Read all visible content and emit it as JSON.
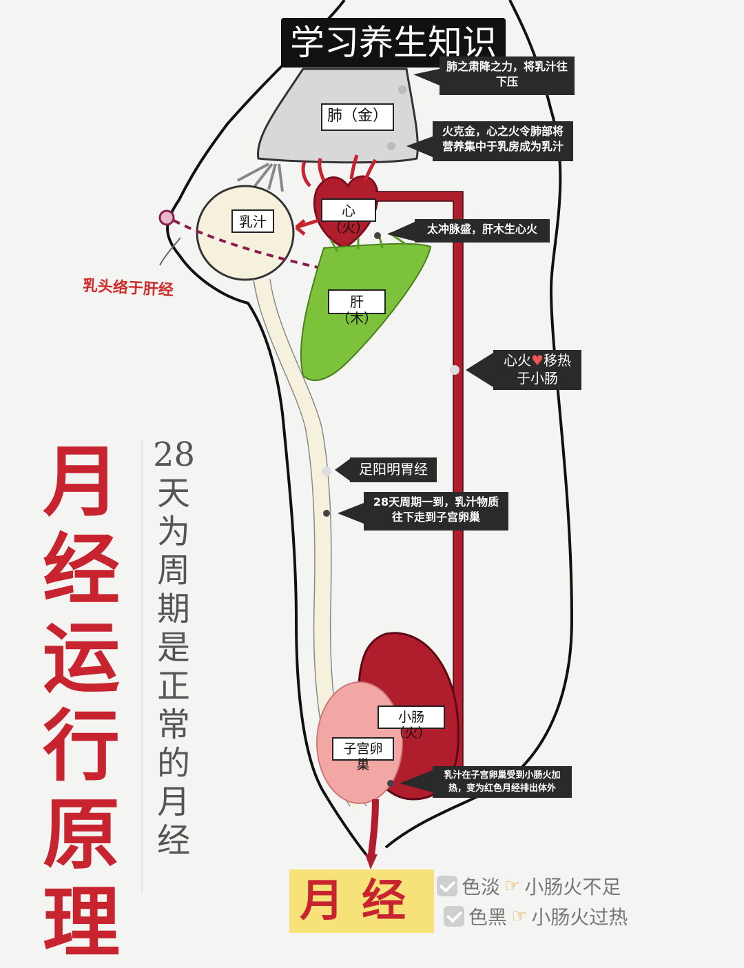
{
  "header": {
    "title": "学习养生知识"
  },
  "organs": {
    "lung": "肺（金）",
    "milk": "乳汁",
    "heart": "心（火）",
    "liver": "肝（木）",
    "small_intestine": "小肠（火）",
    "uterus_ovary": "子宫卵巢"
  },
  "callouts": {
    "lung_descend": "肺之肃降之力，将乳汁往下压",
    "fire_metal": "火克金，心之火令肺部将营养集中于乳房成为乳汁",
    "taichong": "太冲脉盛，肝木生心火",
    "heart_fire_line1": "心火",
    "heart_fire_line2": "移热",
    "heart_fire_line3": "于小肠",
    "stomach_meridian": "足阳明胃经",
    "cycle_28": "28天周期一到，乳汁物质往下走到子宫卵巢",
    "heated": "乳汁在子宫卵巢受到小肠火加热，变为红色月经排出体外"
  },
  "nipple_note": "乳头络于肝经",
  "big_title": [
    "月",
    "经",
    "运",
    "行",
    "原",
    "理"
  ],
  "vertical_note": [
    "28",
    "天",
    "为",
    "周",
    "期",
    "是",
    "正",
    "常",
    "的",
    "月",
    "经"
  ],
  "footer": {
    "label": "月经",
    "legend": [
      {
        "color_word": "色淡",
        "meaning": "小肠火不足"
      },
      {
        "color_word": "色黑",
        "meaning": "小肠火过热"
      }
    ]
  },
  "colors": {
    "red": "#c8242f",
    "blood": "#b01e2e",
    "liver_green": "#7cc23a",
    "lung_gray": "#d8d8d8",
    "milk_cream": "#f6f1dc",
    "uterus_pink": "#f3a7a5",
    "highlight_yellow": "#f7e27a"
  }
}
